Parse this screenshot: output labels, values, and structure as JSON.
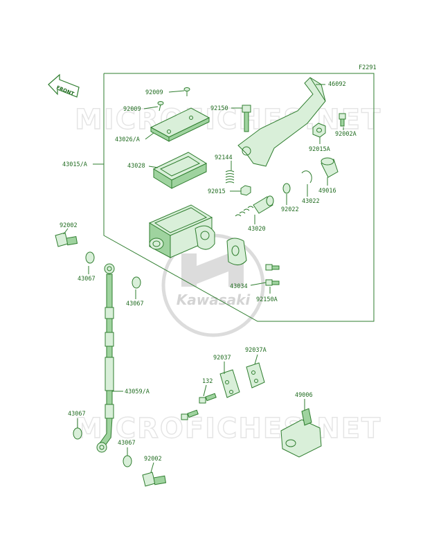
{
  "figure_code": "F2291",
  "front_label": "FRONT",
  "watermark_text": "MICROFICHES.NET",
  "logo_text": "Kawasaki",
  "colors": {
    "line": "#2e7d2e",
    "label": "#1f6b1f",
    "watermark": "#e4e4e4",
    "logo": "#dcdcdc"
  },
  "parts": {
    "p92009a": "92009",
    "p92009b": "92009",
    "p92150": "92150",
    "p46092": "46092",
    "p92002a_top": "92002A",
    "p43026a": "43026/A",
    "p92015a": "92015A",
    "p43015a": "43015/A",
    "p43028": "43028",
    "p92144": "92144",
    "p92015": "92015",
    "p49016": "49016",
    "p43022": "43022",
    "p92022": "92022",
    "p43020": "43020",
    "p92002_left": "92002",
    "p43067_a": "43067",
    "p43034": "43034",
    "p92150a": "92150A",
    "p43067_b": "43067",
    "p92037a": "92037A",
    "p92037": "92037",
    "p132": "132",
    "p43059a": "43059/A",
    "p49006": "49006",
    "p43067_c": "43067",
    "p43067_d": "43067",
    "p92002_bottom": "92002"
  }
}
